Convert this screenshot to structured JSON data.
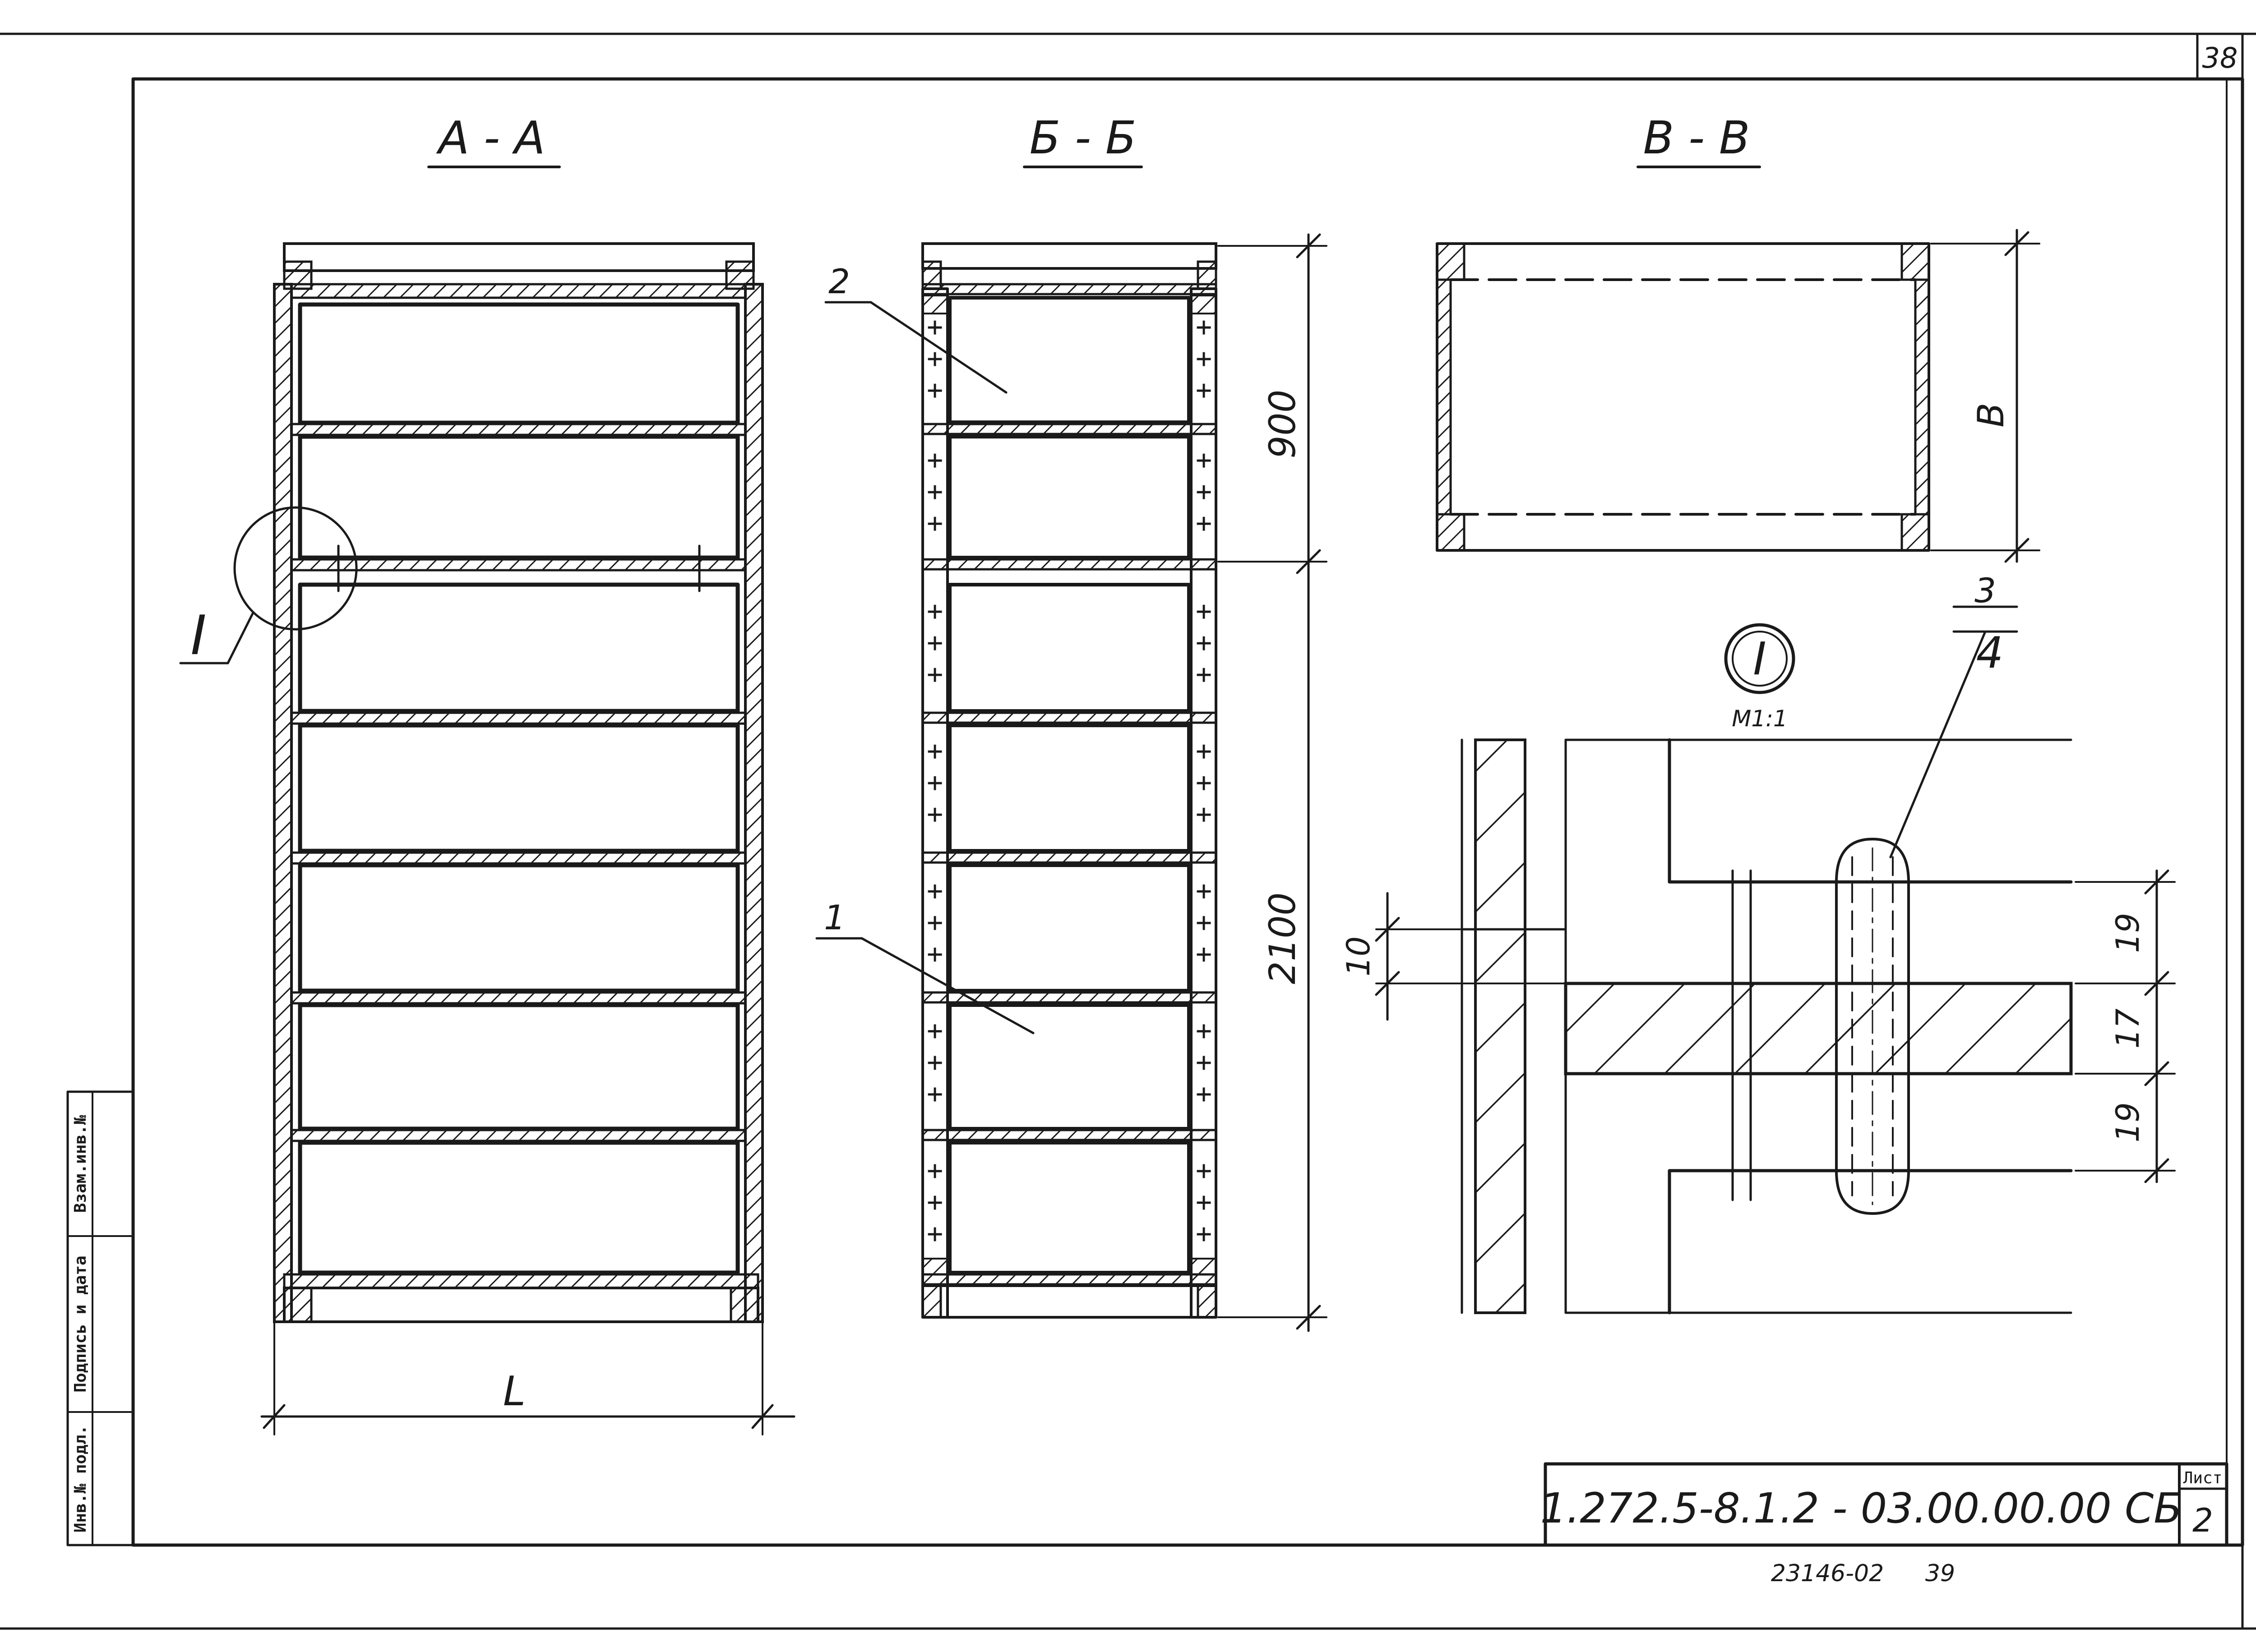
{
  "sheet_corner_number": "38",
  "sections": {
    "aa": "A - A",
    "bb": "Б - Б",
    "vv": "В - В"
  },
  "section_aa": {
    "dim_l": "L",
    "callout": "I"
  },
  "section_bb": {
    "dim_900": "900",
    "dim_2100": "2100",
    "pos_1": "1",
    "pos_2": "2"
  },
  "section_vv": {
    "dim_b": "B"
  },
  "detail": {
    "mark": "I",
    "scale": "M1:1",
    "pos_3": "3",
    "pos_4": "4",
    "dim_10": "10",
    "dim_19_top": "19",
    "dim_17": "17",
    "dim_19_bottom": "19"
  },
  "left_stamp": {
    "inv_podl": "Инв.№ подл.",
    "podpis_data": "Подпись и дата",
    "vzam_inv": "Взам.инв.№"
  },
  "title_block": {
    "doc_code": "1.272.5-8.1.2 - 03.00.00.00 СБ",
    "sheet_label": "Лист",
    "sheet_number": "2"
  },
  "bottom_note": {
    "archive_no": "23146-02",
    "page": "39"
  }
}
